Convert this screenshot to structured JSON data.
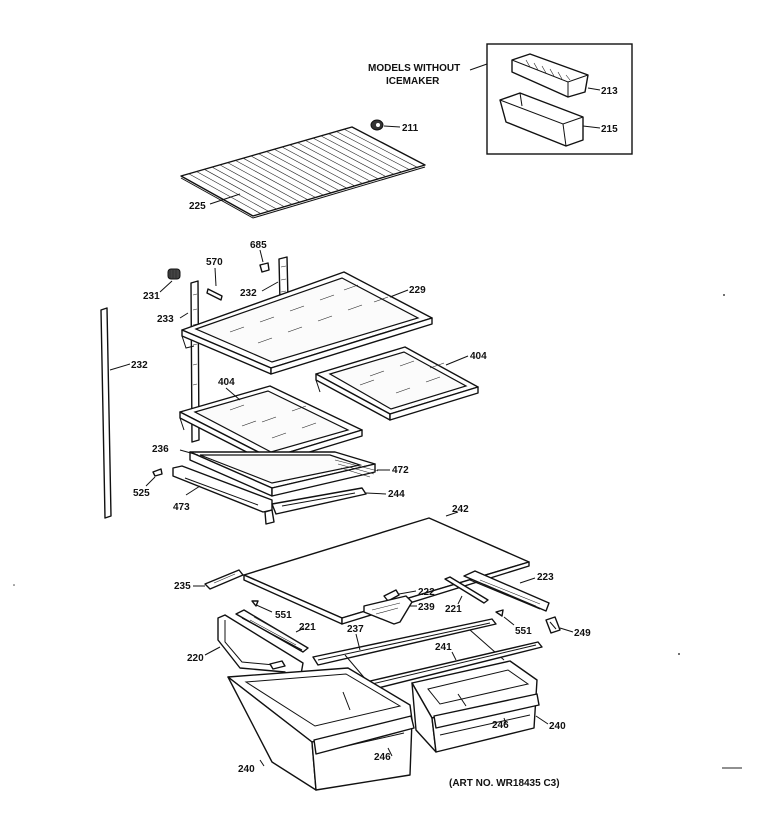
{
  "diagram": {
    "inset_note_line1": "MODELS WITHOUT",
    "inset_note_line2": "ICEMAKER",
    "art_number": "(ART NO. WR18435 C3)",
    "labels": {
      "p211": "211",
      "p213": "213",
      "p215": "215",
      "p225": "225",
      "p685": "685",
      "p570": "570",
      "p231": "231",
      "p232a": "232",
      "p232b": "232",
      "p229": "229",
      "p233": "233",
      "p404a": "404",
      "p404b": "404",
      "p236": "236",
      "p472": "472",
      "p525": "525",
      "p473": "473",
      "p244": "244",
      "p242": "242",
      "p235": "235",
      "p223": "223",
      "p222": "222",
      "p239": "239",
      "p221a": "221",
      "p221b": "221",
      "p551a": "551",
      "p551b": "551",
      "p249": "249",
      "p237": "237",
      "p241": "241",
      "p220": "220",
      "p246a": "246",
      "p246b": "246",
      "p240a": "240",
      "p240b": "240"
    }
  }
}
